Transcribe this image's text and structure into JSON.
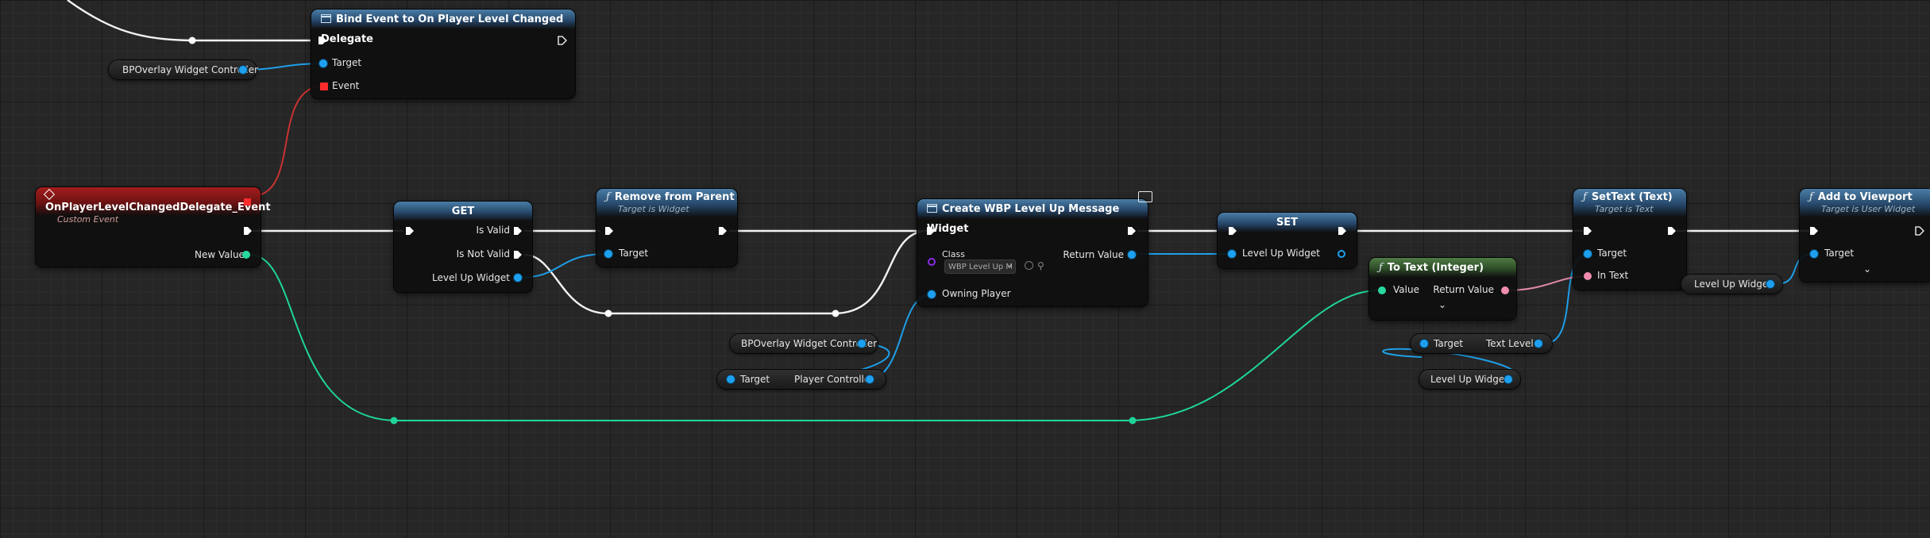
{
  "colors": {
    "exec_wire": "#ffffff",
    "object_wire": "#1e9fe8",
    "int_wire": "#1fd49b",
    "text_wire": "#e48aab",
    "delegate_wire": "#c83232",
    "function_header": "#4a7da6",
    "event_header": "#a51d1d",
    "pure_header": "#4f7b45"
  },
  "nodes": {
    "bind_event": {
      "title": "Bind Event to On Player Level Changed Delegate",
      "target_label": "Target",
      "event_label": "Event"
    },
    "bp_overlay_var_top": {
      "label": "BPOverlay Widget Controller"
    },
    "custom_event": {
      "title": "OnPlayerLevelChangedDelegate_Event",
      "subtitle": "Custom Event",
      "new_value_label": "New Value"
    },
    "get_node": {
      "title": "GET",
      "is_valid_label": "Is Valid",
      "is_not_valid_label": "Is Not Valid",
      "level_up_widget_label": "Level Up Widget"
    },
    "remove_from_parent": {
      "icon": "function-icon",
      "title": "Remove from Parent",
      "subtitle": "Target is Widget",
      "target_label": "Target"
    },
    "create_widget": {
      "title": "Create WBP Level Up Message Widget",
      "class_label": "Class",
      "class_value": "WBP Level Up M",
      "return_value_label": "Return Value",
      "owning_player_label": "Owning Player"
    },
    "bp_overlay_var_mid": {
      "label": "BPOverlay Widget Controller"
    },
    "player_controller_getter": {
      "target_label": "Target",
      "output_label": "Player Controller"
    },
    "set_node": {
      "title": "SET",
      "level_up_widget_label": "Level Up Widget"
    },
    "to_text": {
      "title": "To Text (Integer)",
      "value_label": "Value",
      "return_value_label": "Return Value"
    },
    "text_level_getter": {
      "target_label": "Target",
      "output_label": "Text Level"
    },
    "level_up_widget_var_a": {
      "label": "Level Up Widget"
    },
    "set_text": {
      "title": "SetText (Text)",
      "subtitle": "Target is Text",
      "target_label": "Target",
      "in_text_label": "In Text"
    },
    "level_up_widget_var_b": {
      "label": "Level Up Widget"
    },
    "add_to_viewport": {
      "title": "Add to Viewport",
      "subtitle": "Target is User Widget",
      "target_label": "Target"
    }
  }
}
